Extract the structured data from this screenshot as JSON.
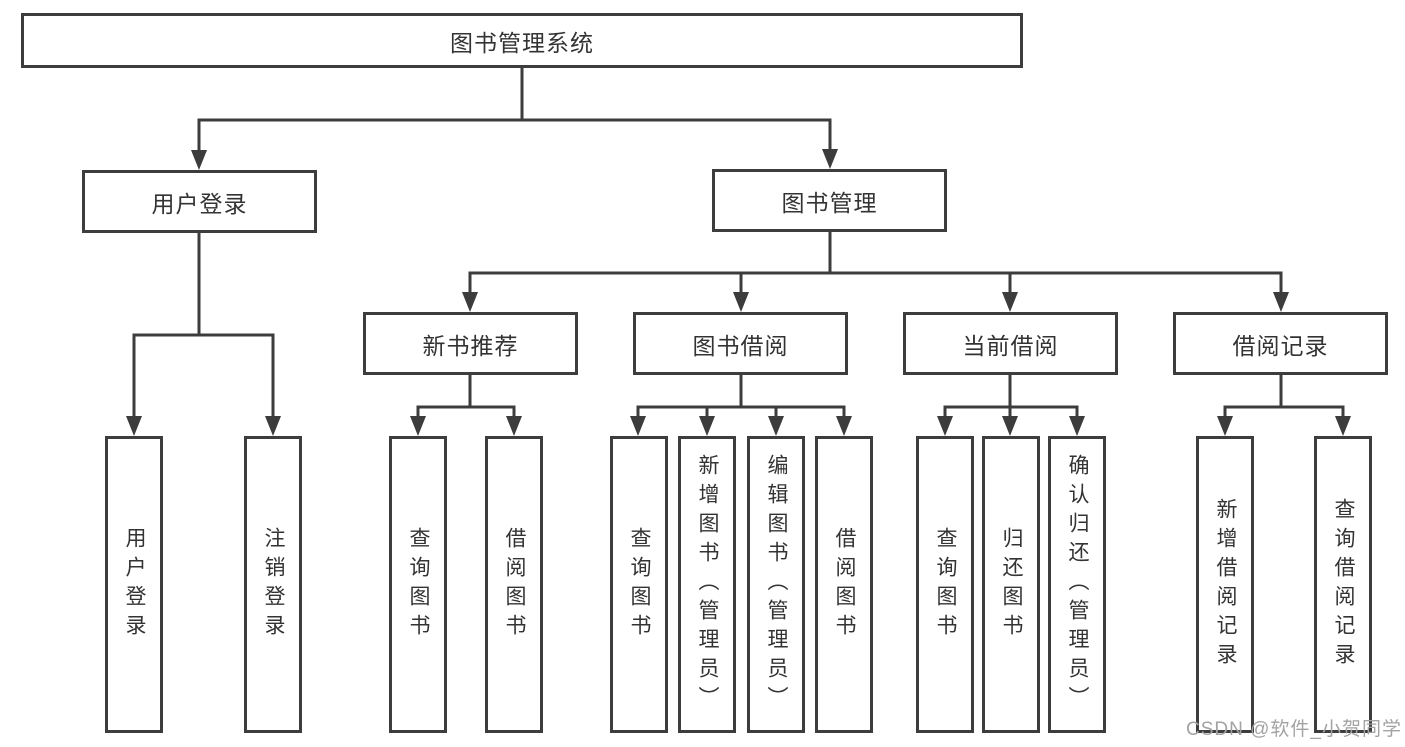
{
  "nodes": {
    "root": "图书管理系统",
    "user_login": "用户登录",
    "book_mgmt": "图书管理",
    "new_book_rec": "新书推荐",
    "book_borrow": "图书借阅",
    "current_borrow": "当前借阅",
    "borrow_record": "借阅记录",
    "leaf_user_login": "用户登录",
    "leaf_logout": "注销登录",
    "leaf_query_book_1": "查询图书",
    "leaf_borrow_book_1": "借阅图书",
    "leaf_query_book_2": "查询图书",
    "leaf_add_book": "新增图书（管理员）",
    "leaf_edit_book": "编辑图书（管理员）",
    "leaf_borrow_book_2": "借阅图书",
    "leaf_query_book_3": "查询图书",
    "leaf_return_book": "归还图书",
    "leaf_confirm_return": "确认归还（管理员）",
    "leaf_add_record": "新增借阅记录",
    "leaf_query_record": "查询借阅记录"
  },
  "watermark": {
    "text": "CSDN @软件_小贺同学"
  },
  "colors": {
    "line": "#3c3c3c",
    "border": "#3d3d3d",
    "text": "#333333",
    "watermark": "#a3a3a3",
    "background": "#ffffff"
  }
}
